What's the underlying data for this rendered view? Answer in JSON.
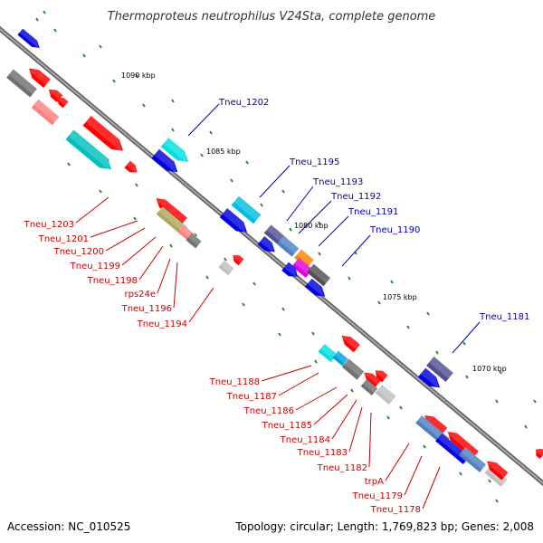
{
  "title": "Thermoproteus neutrophilus V24Sta, complete genome",
  "accession": "Accession: NC_010525",
  "topology": "Topology: circular; Length: 1,769,823 bp; Genes: 2,008",
  "colors": {
    "forward_label": "#0000b4",
    "reverse_label": "#c80000",
    "backbone": "#808080",
    "tick": "#2a8a2a"
  },
  "scale_labels": [
    {
      "text": "1090 kbp",
      "kbp": 1090
    },
    {
      "text": "1085 kbp",
      "kbp": 1085
    },
    {
      "text": "1080 kbp",
      "kbp": 1080
    },
    {
      "text": "1075 kbp",
      "kbp": 1075
    },
    {
      "text": "1070 kbp",
      "kbp": 1070
    }
  ],
  "forward_labels": [
    {
      "text": "Tneu_1202"
    },
    {
      "text": "Tneu_1195"
    },
    {
      "text": "Tneu_1193"
    },
    {
      "text": "Tneu_1192"
    },
    {
      "text": "Tneu_1191"
    },
    {
      "text": "Tneu_1190"
    },
    {
      "text": "Tneu_1181"
    }
  ],
  "reverse_labels": [
    {
      "text": "Tneu_1203"
    },
    {
      "text": "Tneu_1201"
    },
    {
      "text": "Tneu_1200"
    },
    {
      "text": "Tneu_1199"
    },
    {
      "text": "Tneu_1198"
    },
    {
      "text": "rps24e"
    },
    {
      "text": "Tneu_1196"
    },
    {
      "text": "Tneu_1194"
    },
    {
      "text": "Tneu_1188"
    },
    {
      "text": "Tneu_1187"
    },
    {
      "text": "Tneu_1186"
    },
    {
      "text": "Tneu_1185"
    },
    {
      "text": "Tneu_1184"
    },
    {
      "text": "Tneu_1183"
    },
    {
      "text": "Tneu_1182"
    },
    {
      "text": "trpA"
    },
    {
      "text": "Tneu_1179"
    },
    {
      "text": "Tneu_1178"
    }
  ]
}
